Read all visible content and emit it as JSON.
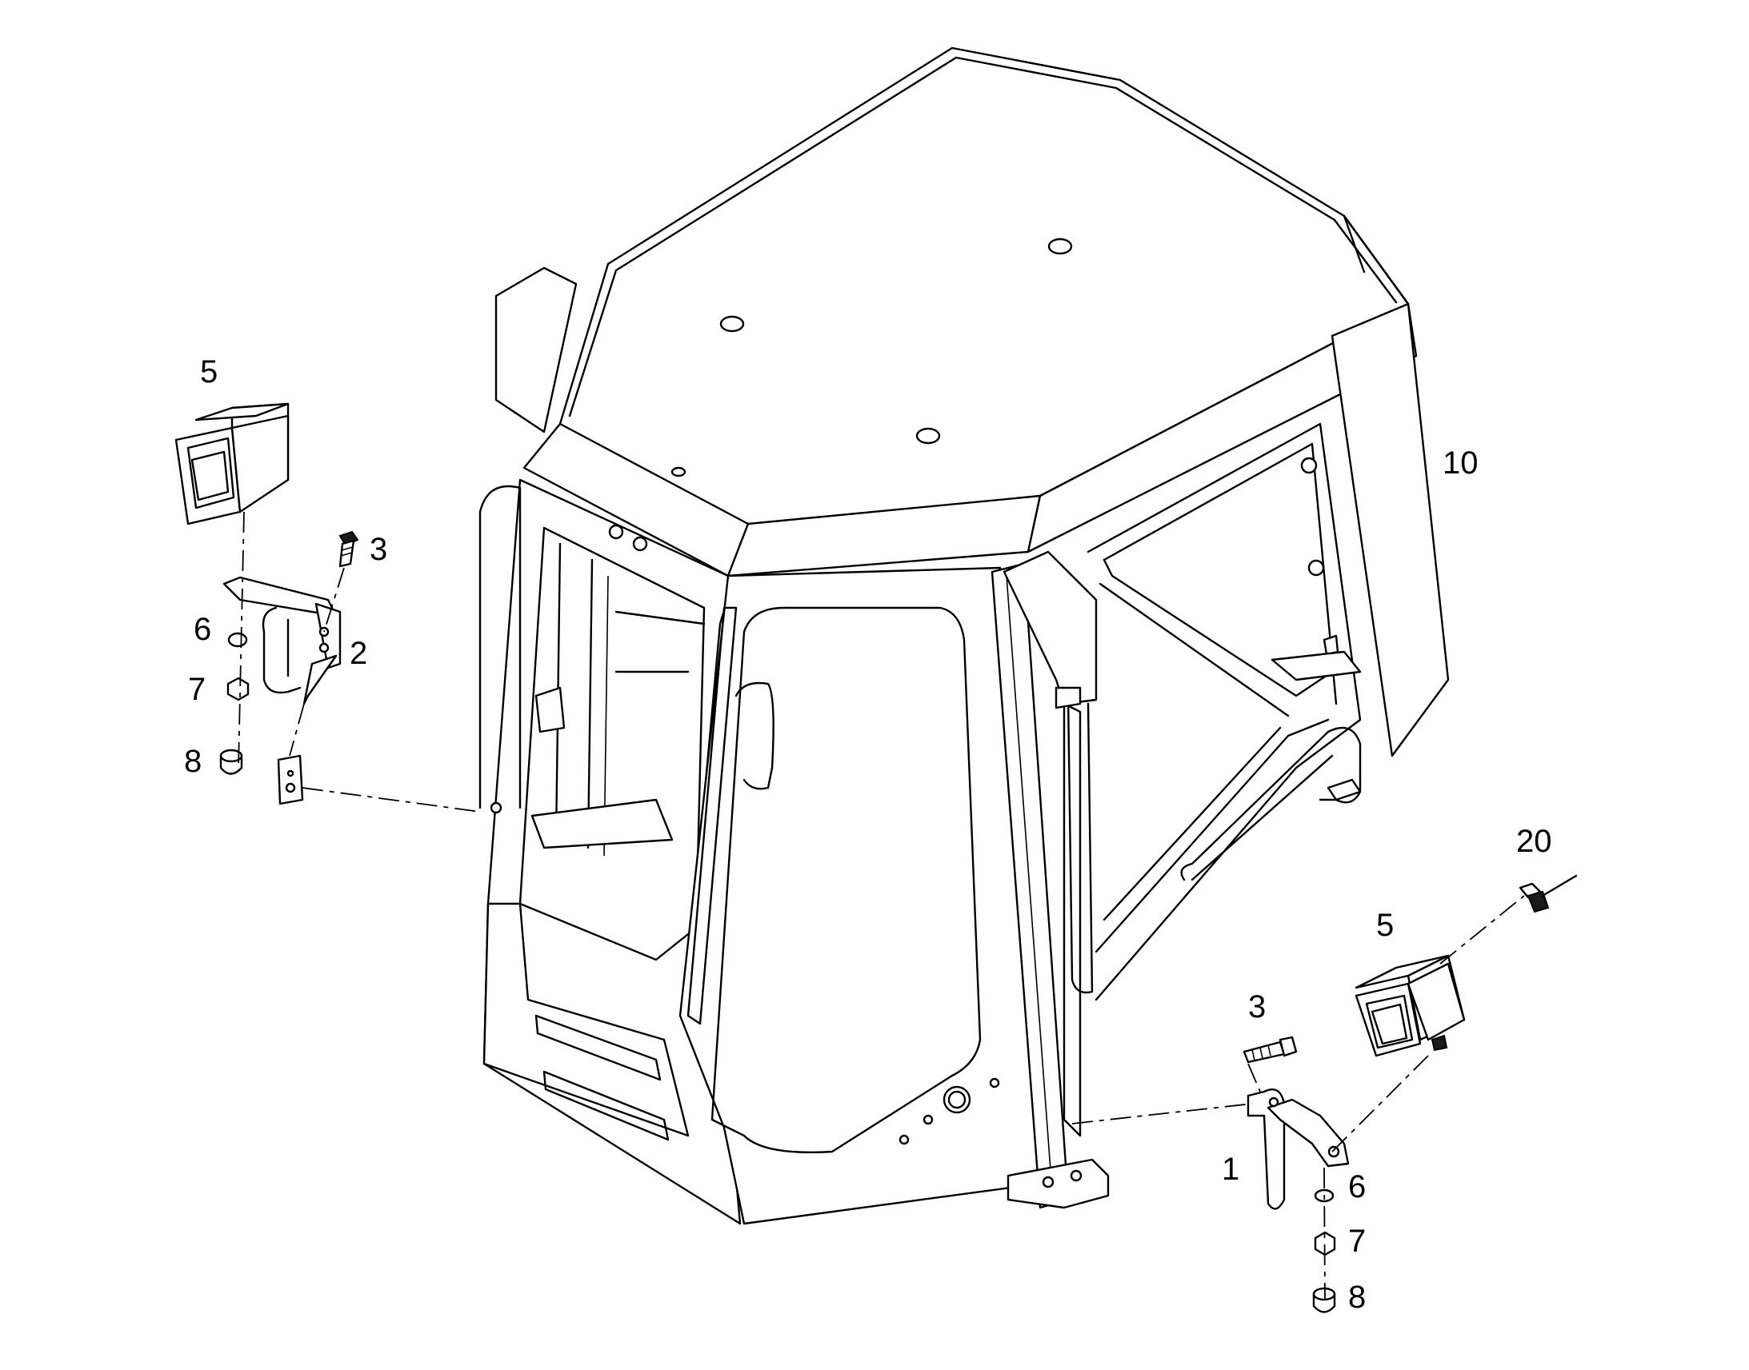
{
  "callouts": {
    "c1": "1",
    "c2": "2",
    "c3_left": "3",
    "c3_right": "3",
    "c5_left": "5",
    "c5_right": "5",
    "c6_left": "6",
    "c6_right": "6",
    "c7_left": "7",
    "c7_right": "7",
    "c8_left": "8",
    "c8_right": "8",
    "c10": "10",
    "c20": "20"
  }
}
